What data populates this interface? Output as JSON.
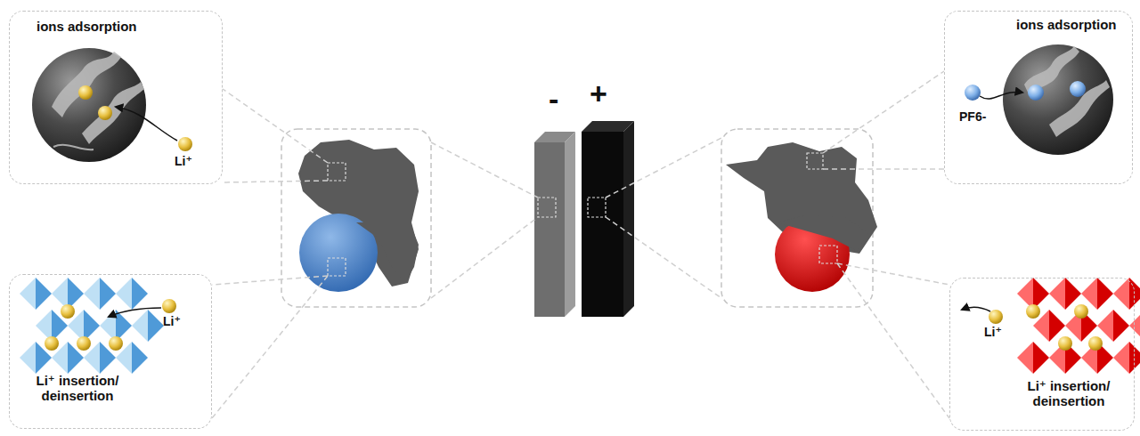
{
  "diagram": {
    "nodes": [
      {
        "text": [
          "ions adsorption",
          "Li⁺"
        ]
      },
      {
        "text": [
          "Li⁺",
          "Li⁺ insertion/ deinsertion"
        ]
      },
      {
        "text": [
          "ions adsorption",
          "PF6-"
        ]
      },
      {
        "text": [
          "Li⁺",
          "Li⁺ insertion/ deinsertion"
        ]
      }
    ],
    "labels": [
      "-",
      "+"
    ]
  }
}
